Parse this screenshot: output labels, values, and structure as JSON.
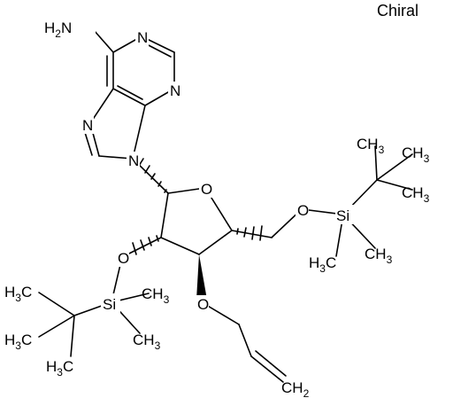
{
  "chiral_flag": "Chiral",
  "atoms": {
    "amine": {
      "text": "H",
      "sub": "2",
      "tail": "N"
    },
    "n1": "N",
    "n3": "N",
    "n7": "N",
    "n9": "N",
    "ring_o": "O",
    "o5": "O",
    "o2": "O",
    "o3": "O",
    "si1": "Si",
    "si2": "Si",
    "tbs1_me_a": {
      "head": "CH",
      "sub": "3"
    },
    "tbs1_me_b": {
      "head": "CH",
      "sub": "3"
    },
    "tbs1_me_c": {
      "head": "CH",
      "sub": "3"
    },
    "tbs1_si_me1": {
      "head": "H",
      "sub": "3",
      "tail": "C"
    },
    "tbs1_si_me2": {
      "head": "CH",
      "sub": "3"
    },
    "tbs2_me_a": {
      "head": "H",
      "sub": "3",
      "tail": "C"
    },
    "tbs2_me_b": {
      "head": "H",
      "sub": "3",
      "tail": "C"
    },
    "tbs2_me_c": {
      "head": "H",
      "sub": "3",
      "tail": "C"
    },
    "tbs2_si_me1": {
      "head": "CH",
      "sub": "3"
    },
    "tbs2_si_me2": {
      "head": "CH",
      "sub": "3"
    },
    "allyl_end": {
      "head": "CH",
      "sub": "2"
    }
  }
}
